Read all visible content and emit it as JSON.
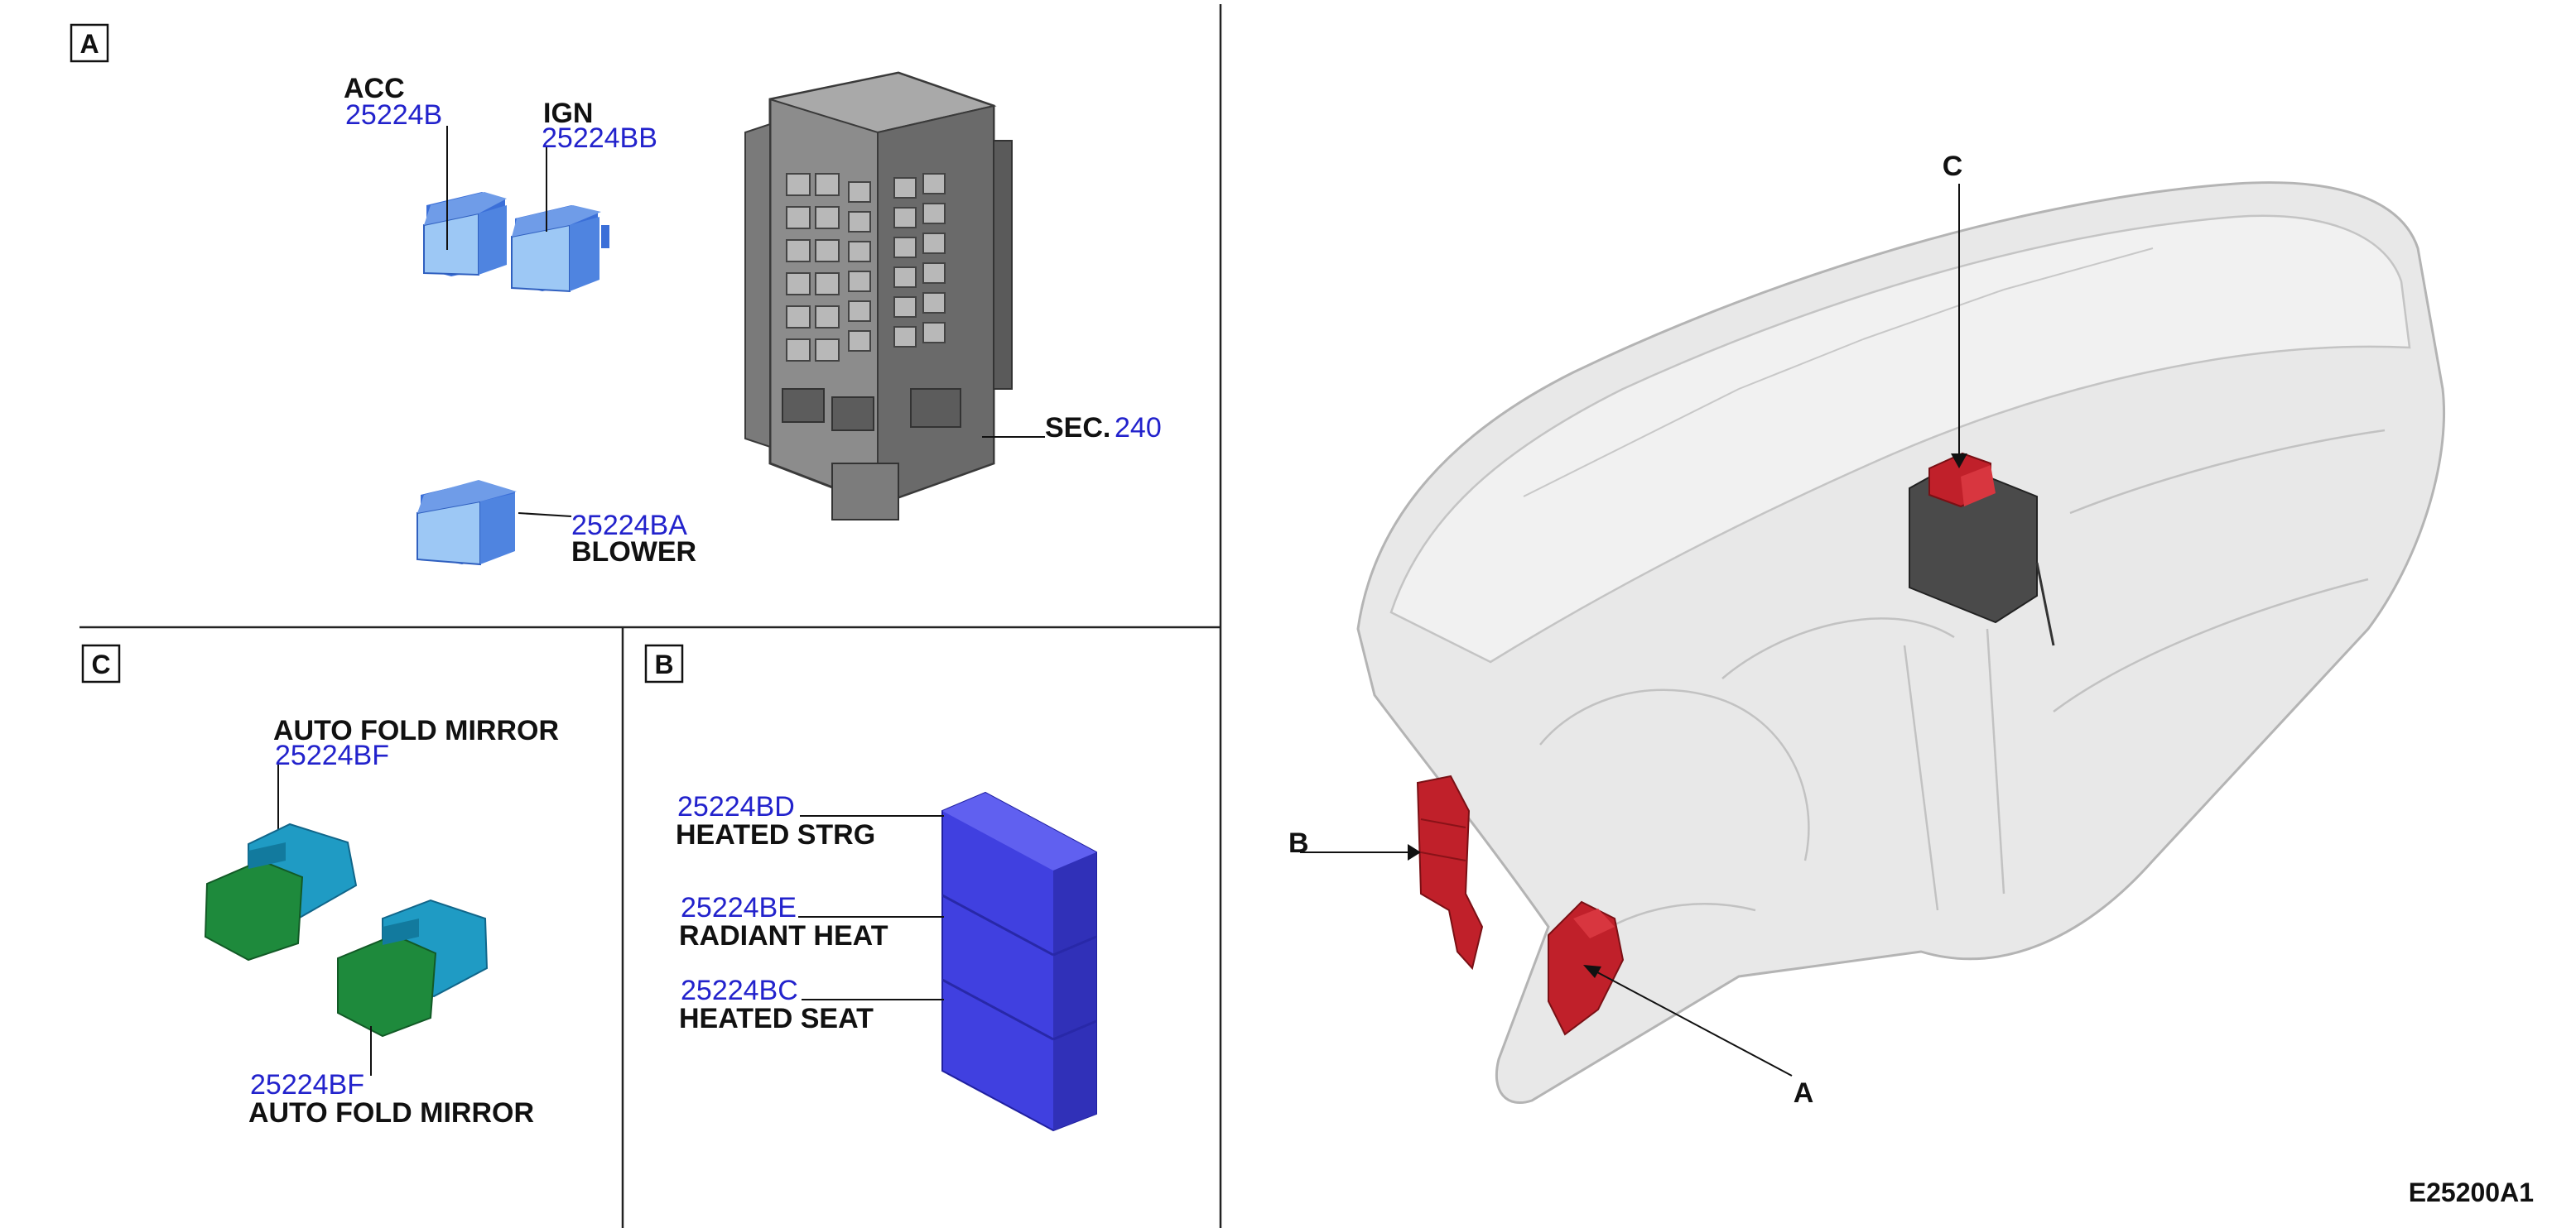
{
  "panel_a": {
    "letter": "A",
    "acc": {
      "name": "ACC",
      "part": "25224B"
    },
    "ign": {
      "name": "IGN",
      "part": "25224BB"
    },
    "blower": {
      "name": "BLOWER",
      "part": "25224BA"
    },
    "sec": {
      "prefix": "SEC.",
      "number": "240"
    }
  },
  "panel_c": {
    "letter": "C",
    "top": {
      "name": "AUTO FOLD MIRROR",
      "part": "25224BF"
    },
    "bottom": {
      "name": "AUTO FOLD MIRROR",
      "part": "25224BF"
    }
  },
  "panel_b": {
    "letter": "B",
    "items": [
      {
        "part": "25224BD",
        "name": "HEATED STRG"
      },
      {
        "part": "25224BE",
        "name": "RADIANT HEAT"
      },
      {
        "part": "25224BC",
        "name": "HEATED SEAT"
      }
    ]
  },
  "vehicle": {
    "callout_a": "A",
    "callout_b": "B",
    "callout_c": "C"
  },
  "diagram_id": "E25200A1",
  "colors": {
    "relay_light_blue": "#9dc8f5",
    "relay_blue": "#3b6fd8",
    "mirror_teal": "#1f9bc4",
    "mirror_green": "#1e8a3c",
    "heater_violet": "#4040e0",
    "location_red": "#c0202a",
    "label_blue": "#2222cc"
  }
}
